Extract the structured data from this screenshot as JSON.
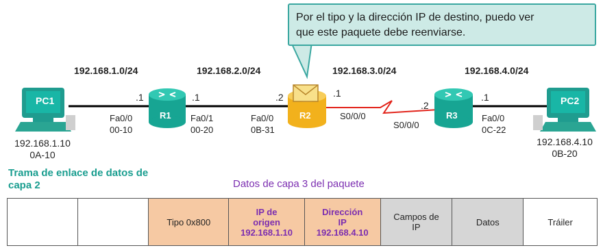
{
  "callout": {
    "line1": "Por el tipo y la dirección IP de destino, puedo ver",
    "line2": "que este paquete debe reenviarse."
  },
  "networks": [
    "192.168.1.0/24",
    "192.168.2.0/24",
    "192.168.3.0/24",
    "192.168.4.0/24"
  ],
  "pc1": {
    "name": "PC1",
    "ip": "192.168.1.10",
    "mac": "0A-10"
  },
  "pc2": {
    "name": "PC2",
    "ip": "192.168.4.10",
    "mac": "0B-20"
  },
  "r1": {
    "name": "R1",
    "left_host": ".1",
    "right_host": ".1",
    "left_if": "Fa0/0",
    "left_mac": "00-10",
    "right_if": "Fa0/1",
    "right_mac": "00-20"
  },
  "r2": {
    "name": "R2",
    "left_host": ".2",
    "right_host": ".1",
    "left_if": "Fa0/0",
    "left_mac": "0B-31",
    "right_if": "S0/0/0"
  },
  "r3": {
    "name": "R3",
    "left_host": ".2",
    "right_host": ".1",
    "left_if": "S0/0/0",
    "right_if": "Fa0/0",
    "right_mac": "0C-22"
  },
  "labels": {
    "frame_l1": "Trama de enlace de datos de",
    "frame_l2": "capa 2",
    "packet": "Datos de capa 3 del paquete"
  },
  "frame_cells": {
    "tipo": "Tipo 0x800",
    "src_l1": "IP de",
    "src_l2": "origen",
    "src_l3": "192.168.1.10",
    "dst_l1": "Dirección",
    "dst_l2": "IP",
    "dst_l3": "192.168.4.10",
    "ipf_l1": "Campos de",
    "ipf_l2": "IP",
    "datos": "Datos",
    "trailer": "Tráiler"
  },
  "colors": {
    "accent": "#3aa7a0",
    "header": "#f6c9a3",
    "ip_text": "#7b2db0",
    "gray": "#d6d6d6",
    "serial_link": "#e2231a"
  }
}
